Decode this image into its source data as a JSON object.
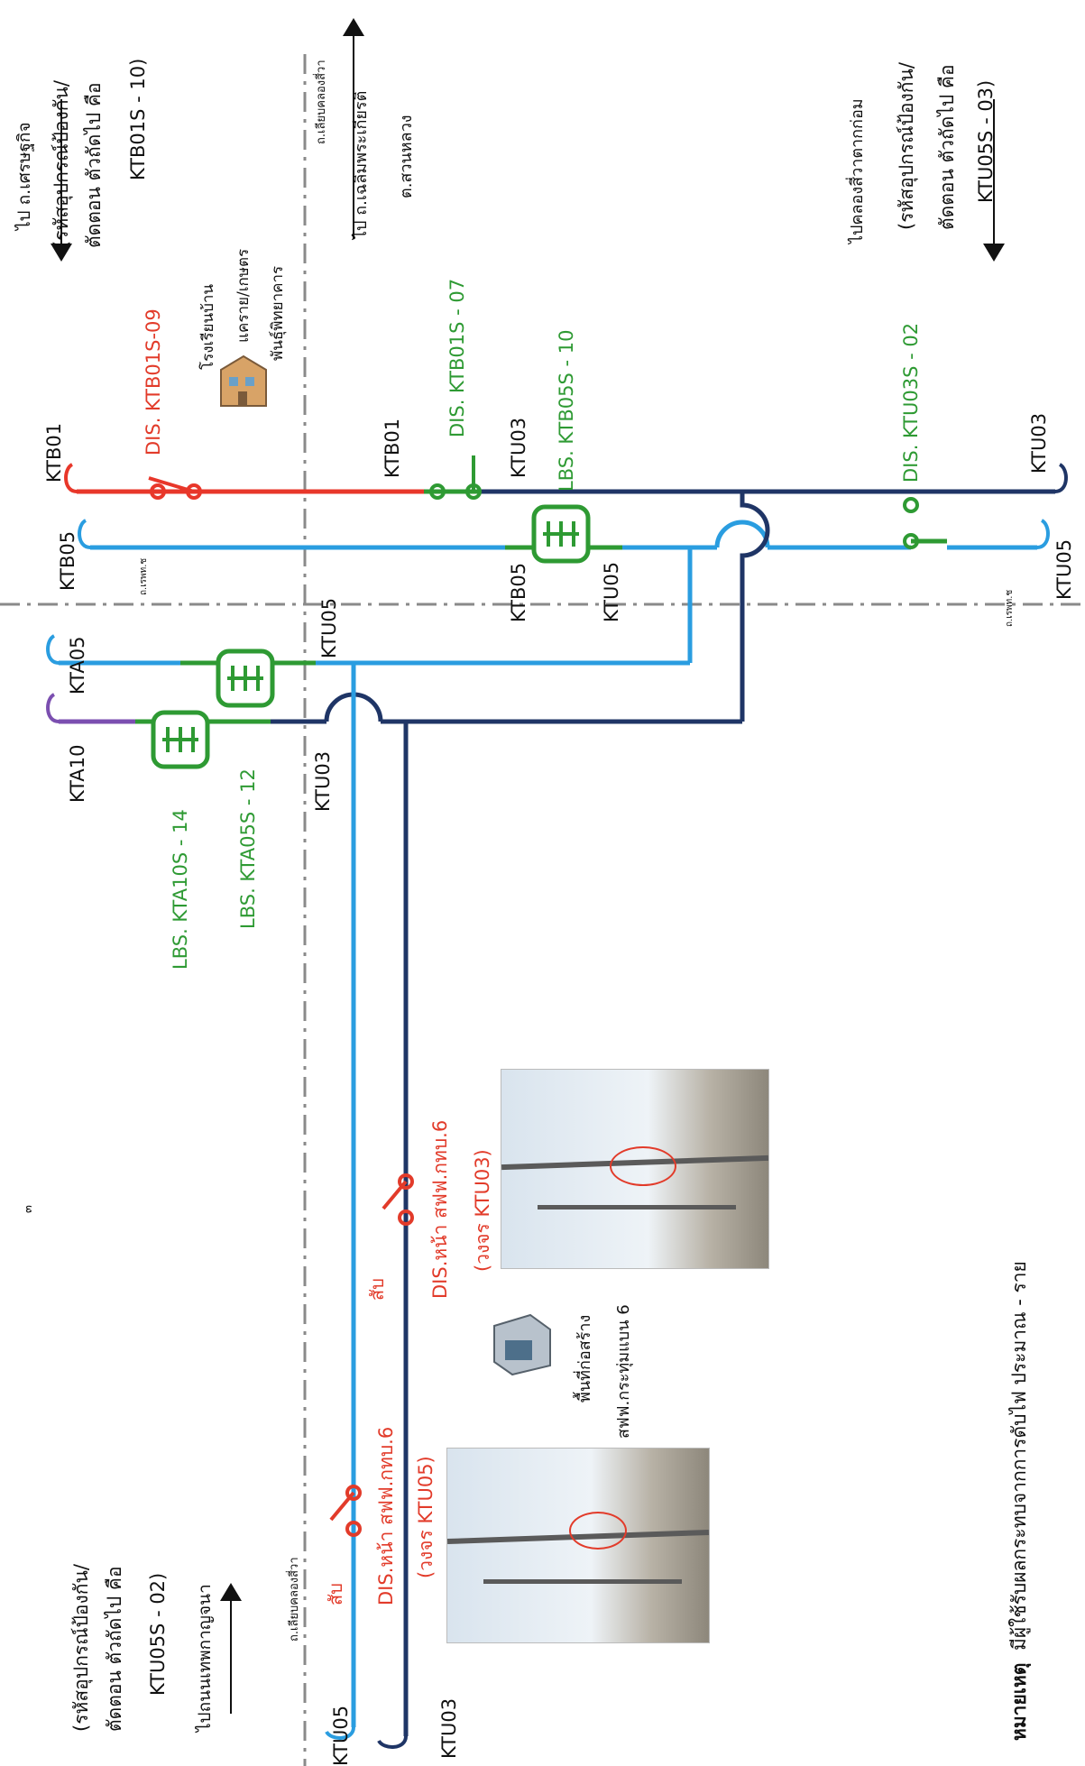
{
  "colors": {
    "ktb01_red": "#e8372a",
    "ktu03_navy": "#1f3566",
    "ktu05_blue": "#2a9de0",
    "kta10_purple": "#7b4fb0",
    "switch_green": "#2e9a33",
    "dashed_road": "#8a8a8a"
  },
  "feeders": {
    "ktb01_left": "KTB01",
    "ktb05_left": "KTB05",
    "kta05": "KTA05",
    "kta10": "KTA10",
    "ktb01_mid": "KTB01",
    "ktu03_mid": "KTU03",
    "ktu03_right": "KTU03",
    "ktu05_right": "KTU05",
    "ktb05_mid": "KTB05",
    "ktu05_mid": "KTU05",
    "ktu05_top": "KTU05",
    "ktu03_top": "KTU03",
    "ktu05_bottom": "KTU05",
    "ktu03_bottom": "KTU03"
  },
  "switches": {
    "dis_ktb01s_09": "DIS. KTB01S-09",
    "dis_ktb01s_07": "DIS. KTB01S - 07",
    "lbs_ktb05s_10": "LBS. KTB05S - 10",
    "dis_ktu03s_02": "DIS. KTU03S - 02",
    "lbs_kta10s_14": "LBS. KTA10S - 14",
    "lbs_kta05s_12": "LBS. KTA05S - 12",
    "dis_front_ktu03": "DIS.หน้า สฟฟ.กทบ.6",
    "dis_front_ktu03_circuit": "(วงจร KTU03)",
    "dis_front_ktu05": "DIS.หน้า สฟฟ.กทบ.6",
    "dis_front_ktu05_circuit": "(วงจร KTU05)",
    "close_label_1": "สับ",
    "close_label_2": "สับ"
  },
  "directions": {
    "top_left_to": "ไป ถ.เศรษฐกิจ",
    "top_left_line2": "(รหัสอุปกรณ์ป้องกัน/",
    "top_left_line3": "ตัดตอน ตัวถัดไป คือ",
    "top_left_code": "KTB01S - 10)",
    "top_mid_road": "ถ.เลียบคลองสี่วา",
    "top_mid_to": "ไป ถ.เฉลิมพระเกียรติ",
    "top_mid_area": "ต.สวนหลวง",
    "top_right_to": "ไปคลองสี่วาตากก่อม",
    "top_right_line2": "(รหัสอุปกรณ์ป้องกัน/",
    "top_right_line3": "ตัดตอน ตัวถัดไป คือ",
    "top_right_code": "KTU05S - 03)",
    "bottom_left_line1": "(รหัสอุปกรณ์ป้องกัน/",
    "bottom_left_line2": "ตัดตอน ตัวถัดไป คือ",
    "bottom_left_code": "KTU05S - 02)",
    "bottom_left_to": "ไปถนนเทพกาญจนา",
    "bottom_road": "ถ.เลียบคลองสี่วา"
  },
  "landmarks": {
    "school_1": "โรงเรียนบ้าน",
    "school_2": "แคราย/เกษตร",
    "school_3": "พันธุ์พิทยาคาร",
    "substation_1": "พื้นที่ก่อสร้าง",
    "substation_2": "สฟฟ.กระทุ่มแบน 6",
    "road_small_1": "ถ.เรพท.ช",
    "road_small_2": "ถ.เรพท.ช"
  },
  "remark": {
    "title": "หมายเหตุ",
    "text": "มีผู้ใช้รับผลกระทบจากการดับไฟ ประมาณ - ราย"
  },
  "page_mark": "๓"
}
